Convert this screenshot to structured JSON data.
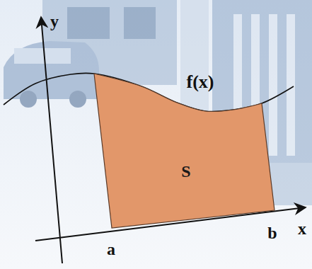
{
  "diagram": {
    "nodes": [
      {
        "text": [
          "S"
        ]
      }
    ],
    "labels": [
      "y",
      "x",
      "f(x)",
      "a",
      "b"
    ]
  }
}
